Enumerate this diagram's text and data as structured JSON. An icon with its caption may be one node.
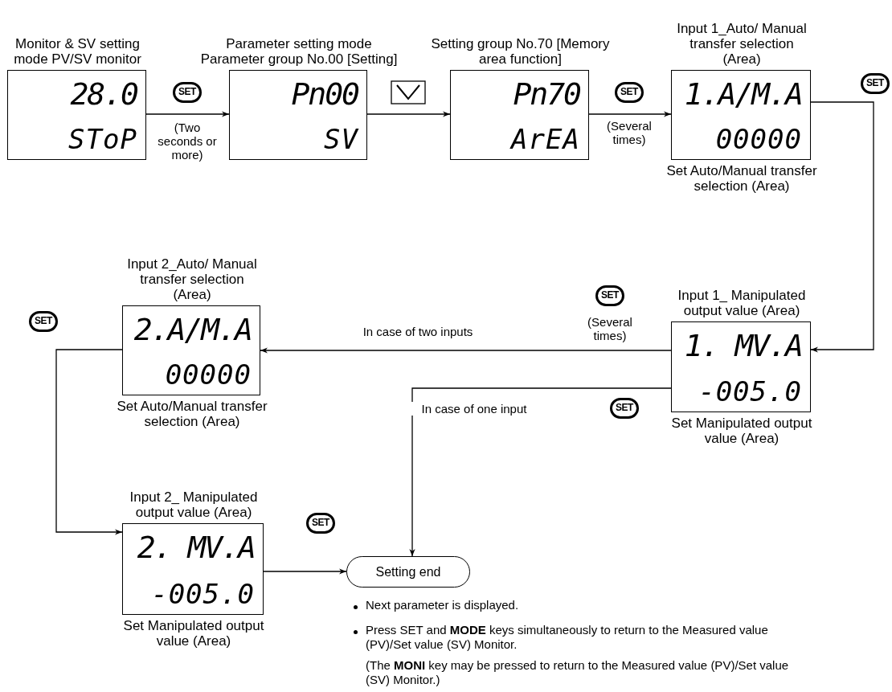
{
  "diagram": {
    "nodes": [
      {
        "text": [
          "Monitor & SV setting mode PV/SV monitor",
          "28.0",
          "SToP"
        ]
      },
      {
        "text": [
          "Parameter setting mode Parameter group No.00 [Setting]",
          "Pn00",
          "SV"
        ]
      },
      {
        "text": [
          "Setting group No.70 [Memory area function]",
          "Pn70",
          "ArEA"
        ]
      },
      {
        "text": [
          "Input 1_Auto/ Manual transfer selection (Area)",
          "1.A/M.A",
          "00000"
        ],
        "beside": [
          "Set Auto/Manual transfer selection (Area)"
        ]
      },
      {
        "text": [
          "Input 1_ Manipulated output value (Area)",
          "1. MV.A",
          "-005.0"
        ],
        "beside": [
          "Set Manipulated output value (Area)"
        ]
      },
      {
        "text": [
          "Input 2_Auto/ Manual transfer selection (Area)",
          "2.A/M.A",
          "00000"
        ],
        "beside": [
          "Set Auto/Manual transfer selection (Area)"
        ]
      },
      {
        "text": [
          "Input 2_ Manipulated output value (Area)",
          "2. MV.A",
          "-005.0"
        ],
        "beside": [
          "Set Manipulated output value (Area)"
        ]
      },
      {
        "text": [
          "Setting end"
        ]
      }
    ],
    "edges": [
      {
        "from": 0,
        "to": 1,
        "arrow": "to",
        "label": "(Two seconds or more)"
      },
      {
        "from": 1,
        "to": 2,
        "arrow": "to"
      },
      {
        "from": 2,
        "to": 3,
        "arrow": "to",
        "label": "(Several times)"
      },
      {
        "from": 3,
        "to": 4,
        "arrow": "to"
      },
      {
        "from": 4,
        "to": 5,
        "arrow": "to",
        "label": "In case of two inputs"
      },
      {
        "from": 4,
        "to": 7,
        "arrow": "to",
        "label": "In case of one input"
      },
      {
        "from": 5,
        "to": 6,
        "arrow": "to"
      },
      {
        "from": 6,
        "to": 7,
        "arrow": "to"
      }
    ],
    "labels": [
      "SET",
      "SET",
      "SET",
      "SET",
      "(Several times)",
      "SET",
      "SET",
      "SET",
      "Next parameter is displayed.",
      "Press SET and **MODE** keys simultaneously to return to the Measured value (PV)/Set value (SV) Monitor.",
      "(The **MONI** key may be pressed to return to the Measured value (PV)/Set value (SV) Monitor.)"
    ]
  }
}
